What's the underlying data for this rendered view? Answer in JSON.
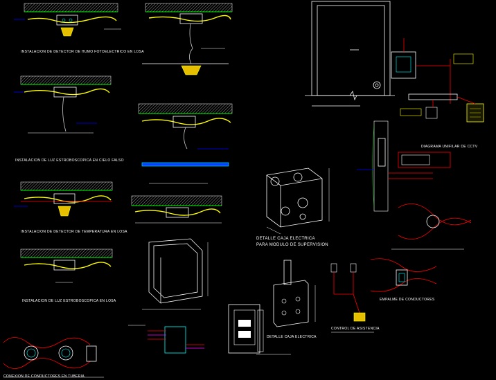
{
  "labels": {
    "photoelectric_detector": "INSTALACION DE DETECTOR DE HUMO FOTOELECTRICO EN LOSA",
    "ceiling_detector": "INSTALACION DE LUZ ESTROBOSCOPICA EN CIELO FALSO",
    "temperature_detector": "INSTALACION DE DETECTOR DE TEMPERATURA EN LOSA",
    "strobe_slab": "INSTALACION DE LUZ ESTROBOSCOPICA EN LOSA",
    "electric_box_title": "DETALLE CAJA ELECTRICA",
    "electric_box_subtitle": "PARA MODULO DE SUPERVISION",
    "electric_box_detail": "DETALLE CAJA ELECTRICA",
    "cctv_diagram": "DIAGRAMA UNIFILAR DE CCTV",
    "access_control": "CONTROL DE ASISTENCIA",
    "pushbutton_detail": "EMPALME DE CONDUCTORES",
    "bottom_note": "CONEXION DE CONDUCTORES EN TUBERIA"
  },
  "colors": {
    "background": "#000000",
    "line": "#ffffff",
    "cable": "#ffff00",
    "conduit": "#ff0000",
    "slab": "#00ff00",
    "accent_blue": "#0000ff",
    "cyan": "#00ffff",
    "magenta": "#ff00ff"
  }
}
